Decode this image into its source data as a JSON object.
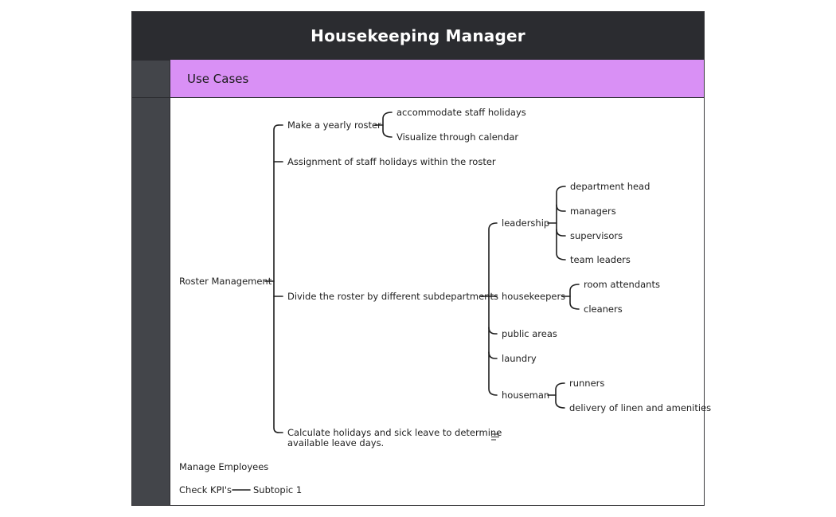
{
  "title": "Housekeeping Manager",
  "lane": {
    "label": "Use Cases"
  },
  "topics": {
    "roster_management": "Roster Management",
    "make_yearly_roster": "Make a yearly roster",
    "accommodate_holidays": "accommodate staff holidays",
    "visualize_calendar": "Visualize through calendar",
    "assignment_holidays": "Assignment of staff holidays within the roster",
    "divide_roster": "Divide the roster by different subdepartments",
    "leadership": "leadership",
    "department_head": "department head",
    "managers": "managers",
    "supervisors": "supervisors",
    "team_leaders": "team leaders",
    "housekeepers": "housekeepers",
    "room_attendants": "room attendants",
    "cleaners": "cleaners",
    "public_areas": "public areas",
    "laundry": "laundry",
    "houseman": "houseman",
    "runners": "runners",
    "delivery_linen": "delivery of linen and amenities",
    "calculate_line1": "Calculate holidays and sick leave to determine",
    "calculate_line2": "available leave days.",
    "manage_employees": "Manage Employees",
    "check_kpis": "Check KPI's",
    "subtopic_1": "Subtopic 1"
  },
  "icons": {
    "note": "notes-icon"
  }
}
